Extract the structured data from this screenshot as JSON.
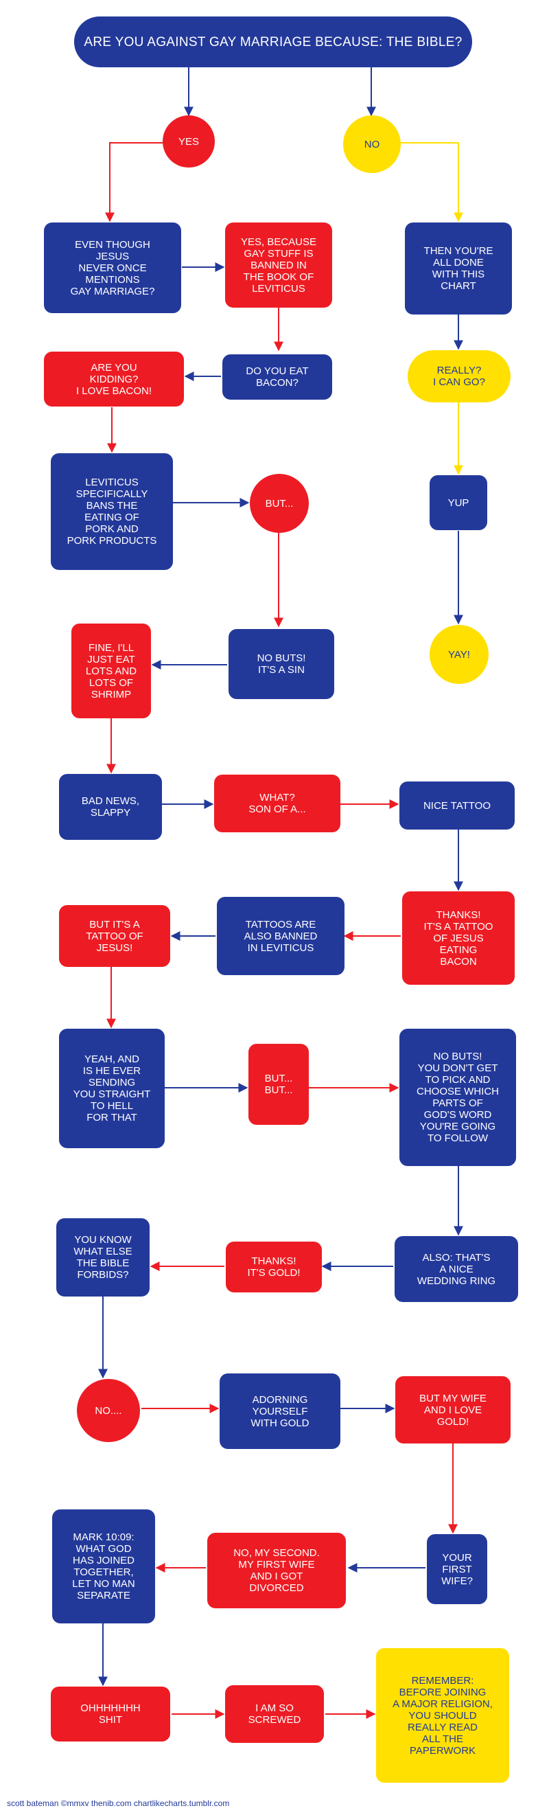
{
  "colors": {
    "blue": "#23399a",
    "red": "#ed1c24",
    "yellow": "#ffe000"
  },
  "title": "ARE YOU AGAINST GAY MARRIAGE BECAUSE: THE BIBLE?",
  "nodes": {
    "yes": "YES",
    "no": "NO",
    "even_though": "EVEN THOUGH\nJESUS\nNEVER ONCE\nMENTIONS\nGAY MARRIAGE?",
    "leviticus_yes": "YES, BECAUSE\nGAY STUFF IS\nBANNED IN\nTHE BOOK OF\nLEVITICUS",
    "all_done": "THEN YOU'RE\nALL DONE\nWITH THIS\nCHART",
    "kidding": "ARE YOU\nKIDDING?\nI LOVE BACON!",
    "eat_bacon": "DO YOU EAT\nBACON?",
    "really": "REALLY?\nI CAN GO?",
    "bans_pork": "LEVITICUS\nSPECIFICALLY\nBANS THE\nEATING OF\nPORK AND\nPORK PRODUCTS",
    "but": "BUT...",
    "yup": "YUP",
    "shrimp": "FINE, I'LL\nJUST EAT\nLOTS AND\nLOTS OF\nSHRIMP",
    "no_buts_sin": "NO BUTS!\nIT'S A SIN",
    "yay": "YAY!",
    "bad_news": "BAD NEWS,\nSLAPPY",
    "what": "WHAT?\nSON OF A...",
    "nice_tattoo": "NICE TATTOO",
    "tattoo_jesus": "BUT IT'S A\nTATTOO OF\nJESUS!",
    "tattoos_banned": "TATTOOS ARE\nALSO BANNED\nIN LEVITICUS",
    "thanks_tattoo": "THANKS!\nIT'S A TATTOO\nOF JESUS\nEATING\nBACON",
    "hell": "YEAH, AND\nIS HE EVER\nSENDING\nYOU STRAIGHT\nTO HELL\nFOR THAT",
    "but_but": "BUT...\nBUT...",
    "pick_choose": "NO BUTS!\nYOU DON'T GET\nTO PICK AND\nCHOOSE WHICH\nPARTS OF\nGOD'S WORD\nYOU'RE GOING\nTO FOLLOW",
    "forbids": "YOU KNOW\nWHAT ELSE\nTHE BIBLE\nFORBIDS?",
    "gold_thanks": "THANKS!\nIT'S GOLD!",
    "wedding_ring": "ALSO: THAT'S\nA NICE\nWEDDING RING",
    "no_dots": "NO....",
    "adorning": "ADORNING\nYOURSELF\nWITH GOLD",
    "wife_gold": "BUT MY WIFE\nAND I LOVE\nGOLD!",
    "mark": "MARK 10:09:\nWHAT GOD\nHAS JOINED\nTOGETHER,\nLET NO MAN\nSEPARATE",
    "second": "NO, MY SECOND.\nMY FIRST WIFE\nAND I GOT\nDIVORCED",
    "first_wife": "YOUR\nFIRST\nWIFE?",
    "oh_shit": "OHHHHHHH\nSHIT",
    "screwed": "I AM SO\nSCREWED",
    "remember": "REMEMBER:\nBEFORE JOINING\nA MAJOR RELIGION,\nYOU SHOULD\nREALLY READ\nALL THE\nPAPERWORK"
  },
  "credit": "scott bateman ©mmxv thenib.com chartlikecharts.tumblr.com"
}
